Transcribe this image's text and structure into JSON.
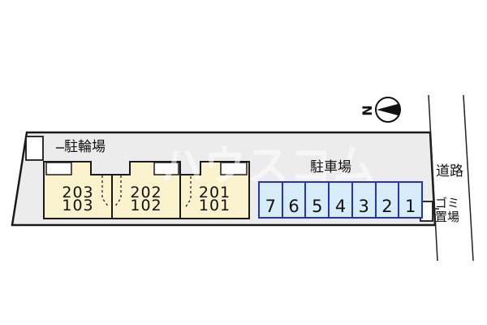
{
  "labels": {
    "bicycle_parking": "駐輪場",
    "car_parking": "駐車場",
    "road": "道路",
    "garbage_line1": "ゴミ",
    "garbage_line2": "置場"
  },
  "compass": {
    "north": "N"
  },
  "watermark": "ハウスコム",
  "units": [
    {
      "upper": "203",
      "lower": "103"
    },
    {
      "upper": "202",
      "lower": "102"
    },
    {
      "upper": "201",
      "lower": "101"
    }
  ],
  "parking": {
    "stalls": [
      "7",
      "6",
      "5",
      "4",
      "3",
      "2",
      "1"
    ]
  },
  "colors": {
    "site_bg": "#ececec",
    "building": "#faf2cd",
    "parking_fill": "#d6edf9",
    "parking_border": "#2433bd",
    "outline": "#1a1a1a",
    "watermark": "#ffffff"
  }
}
